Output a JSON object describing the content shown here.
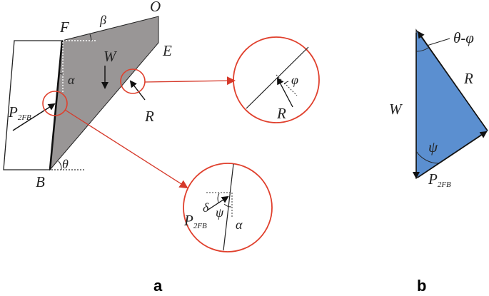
{
  "panel_a": {
    "panel_label": "a",
    "points": {
      "F": "F",
      "O": "O",
      "E": "E",
      "B": "B"
    },
    "angles": {
      "beta": "β",
      "alpha": "α",
      "theta": "θ",
      "phi": "φ",
      "delta": "δ",
      "psi": "ψ",
      "alpha_zoom": "α"
    },
    "forces": {
      "W": "W",
      "R": "R",
      "R_zoom": "R",
      "P_main": "P",
      "P_sub": "2FB",
      "P_zoom_main": "P",
      "P_zoom_sub": "2FB"
    },
    "colors": {
      "wedge_fill": "#999696",
      "circle": "#e0402d",
      "arrow": "#d6392a"
    }
  },
  "panel_b": {
    "panel_label": "b",
    "angles": {
      "top": "θ-φ",
      "bottom": "ψ"
    },
    "forces": {
      "W": "W",
      "R": "R",
      "P_main": "P",
      "P_sub": "2FB"
    },
    "colors": {
      "triangle_fill": "#5b8fd0"
    }
  }
}
